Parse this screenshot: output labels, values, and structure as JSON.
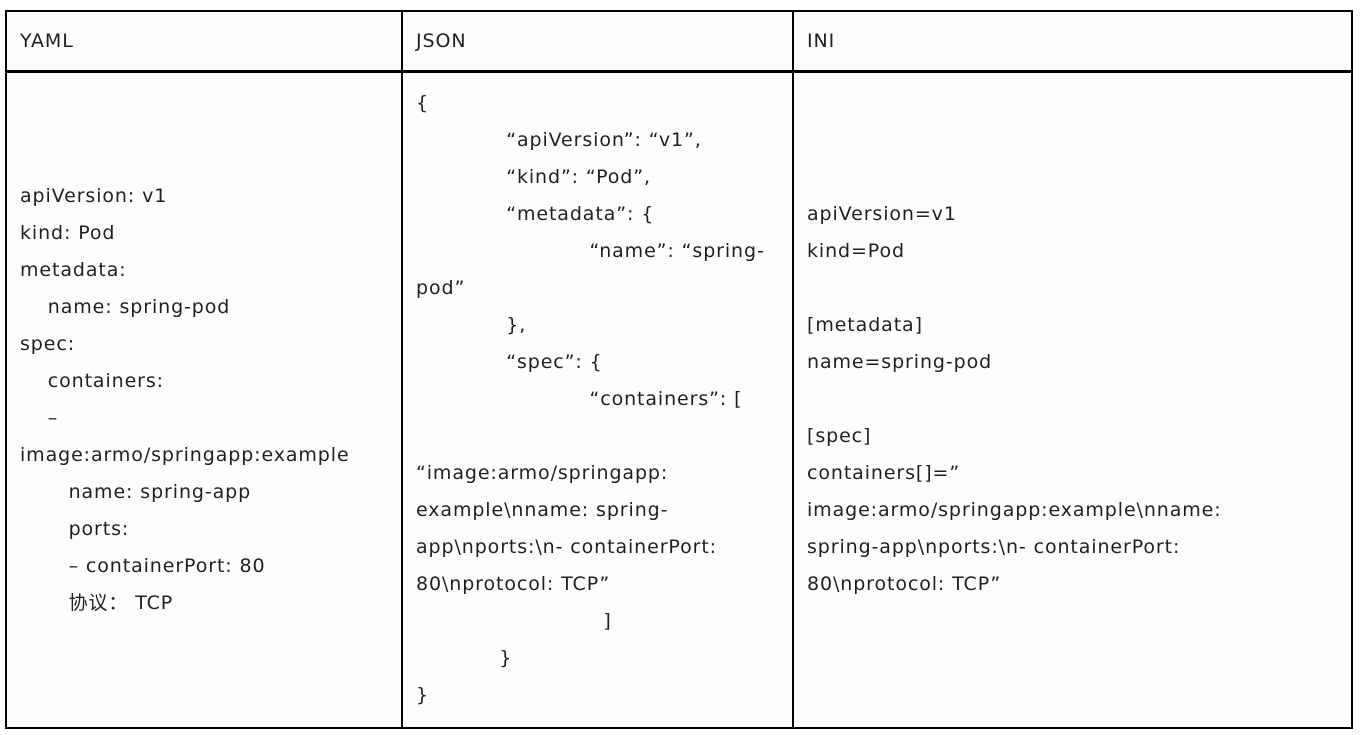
{
  "table": {
    "headers": [
      {
        "id": "yaml",
        "label": "YAML"
      },
      {
        "id": "json",
        "label": "JSON"
      },
      {
        "id": "ini",
        "label": "INI"
      }
    ],
    "cells": {
      "yaml_code": [
        "apiVersion: v1",
        "kind: Pod",
        "metadata:",
        "    name: spring-pod",
        "spec:",
        "    containers:",
        "    –",
        "image:armo/springapp:example",
        "       name: spring-app",
        "       ports:",
        "       – containerPort: 80",
        "       协议： TCP"
      ],
      "json_code": [
        "{",
        "             “apiVersion”: “v1”,",
        "             “kind”: “Pod”,",
        "             “metadata”: {",
        "                         “name”: “spring-",
        "pod”",
        "             },",
        "             “spec”: {",
        "                         “containers”: [",
        "",
        "“image:armo/springapp:",
        "example\\nname: spring-",
        "app\\nports:\\n- containerPort:",
        "80\\nprotocol: TCP”",
        "                           ]",
        "            }",
        "}"
      ],
      "ini_code": [
        "apiVersion=v1",
        "kind=Pod",
        "",
        "[metadata]",
        "name=spring-pod",
        "",
        "[spec]",
        "containers[]=”",
        "image:armo/springapp:example\\nname:",
        "spring-app\\nports:\\n- containerPort:",
        "80\\nprotocol: TCP”"
      ]
    }
  },
  "colors": {
    "border": "#000000",
    "text": "#1f1f1f",
    "background": "#fdfdfd"
  }
}
